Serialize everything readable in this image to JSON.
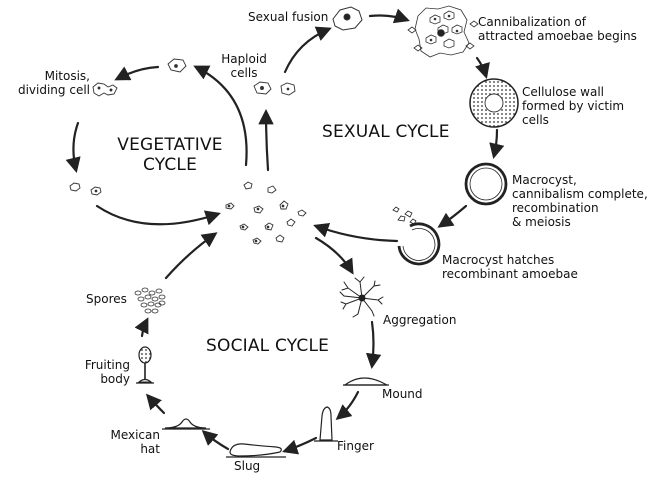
{
  "cycles": {
    "vegetative": [
      "VEGETATIVE",
      "CYCLE"
    ],
    "sexual": "SEXUAL CYCLE",
    "social": "SOCIAL CYCLE"
  },
  "labels": {
    "mitosis": [
      "Mitosis,",
      "dividing cell"
    ],
    "sexual_fusion": "Sexual fusion",
    "haploid": [
      "Haploid",
      "cells"
    ],
    "cannibalization": [
      "Cannibalization of",
      "attracted amoebae begins"
    ],
    "cellulose": [
      "Cellulose wall",
      "formed by victim",
      "cells"
    ],
    "macrocyst": [
      "Macrocyst,",
      "cannibalism complete,",
      "recombination",
      "& meiosis"
    ],
    "hatches": [
      "Macrocyst hatches",
      "recombinant amoebae"
    ],
    "aggregation": "Aggregation",
    "mound": "Mound",
    "finger": "Finger",
    "slug": "Slug",
    "mexican_hat": [
      "Mexican",
      "hat"
    ],
    "fruiting_body": [
      "Fruiting",
      "body"
    ],
    "spores": "Spores"
  }
}
